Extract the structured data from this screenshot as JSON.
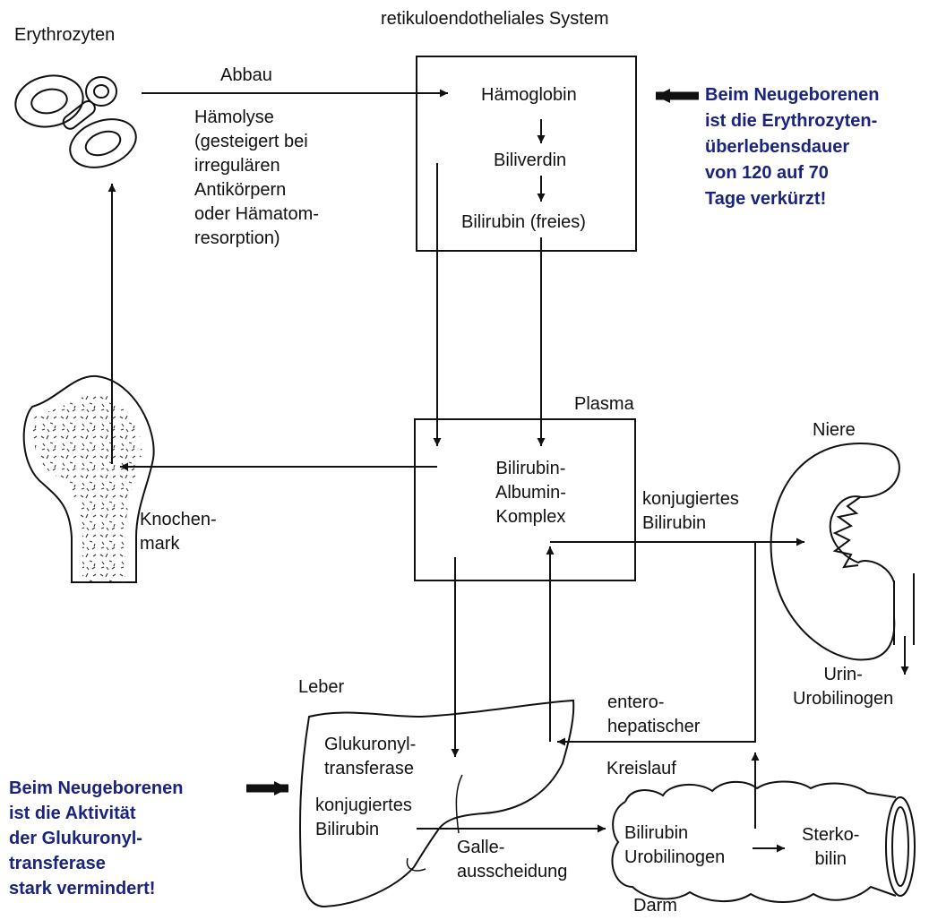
{
  "colors": {
    "note": "#1a237e",
    "stroke": "#111111",
    "paper": "#ffffff"
  },
  "labels": {
    "res_title": "retikuloendotheliales System",
    "erythrozyten": "Erythrozyten",
    "abbau": "Abbau",
    "haemolyse": "Hämolyse\n(gesteigert bei\nirregulären\nAntikörpern\noder Hämatom-\nresorption)",
    "haemoglobin": "Hämoglobin",
    "biliverdin": "Biliverdin",
    "bilirubin_freies": "Bilirubin (freies)",
    "plasma": "Plasma",
    "komplex": "Bilirubin-\nAlbumin-\nKomplex",
    "knochenmark": "Knochen-\nmark",
    "konj_top": "konjugiertes\nBilirubin",
    "niere": "Niere",
    "urin": "Urin-\nUrobilinogen",
    "leber": "Leber",
    "glukuronyl": "Glukuronyl-\ntransferase",
    "konj_leber": "konjugiertes\nBilirubin",
    "galle": "Galle-\nausscheidung",
    "entero": "entero-\nhepatischer",
    "kreislauf": "Kreislauf",
    "darm_inner": "Bilirubin\nUrobilinogen",
    "sterkobilin": "Sterko-\nbilin",
    "darm": "Darm"
  },
  "notes": {
    "top": "Beim Neugeborenen\nist die Erythrozyten-\nüberlebensdauer\nvon 120 auf 70\nTage verkürzt!",
    "bottom": "Beim Neugeborenen\nist die Aktivität\nder Glukuronyl-\ntransferase\nstark vermindert!"
  }
}
